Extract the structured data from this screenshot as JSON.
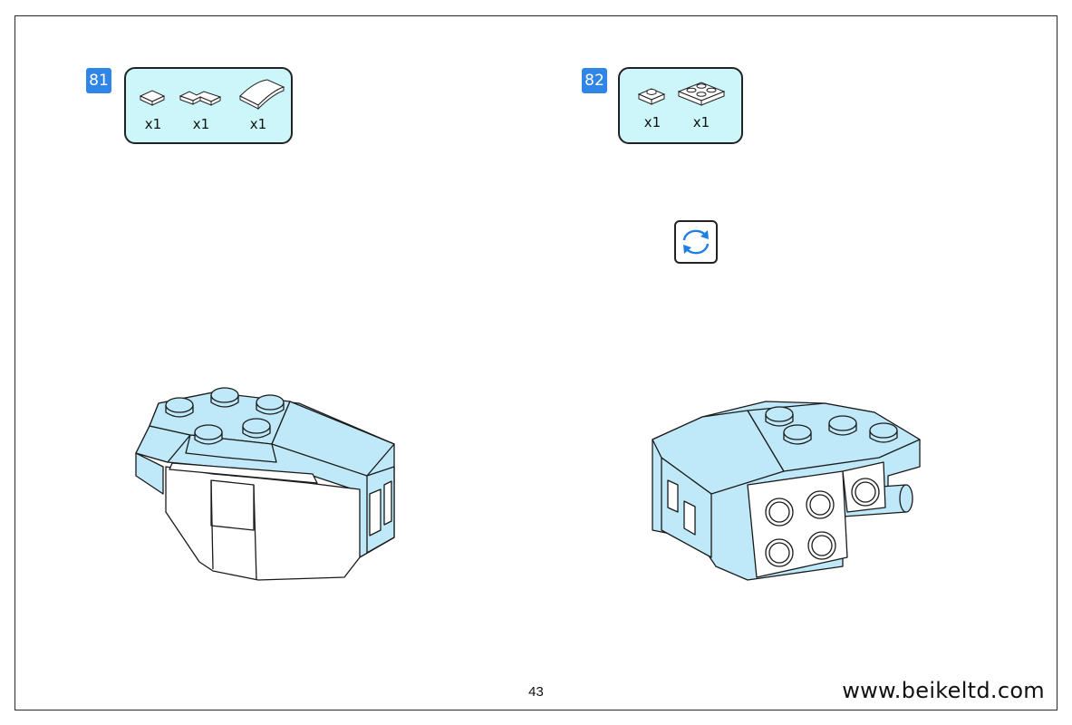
{
  "colors": {
    "step_badge": "#2f86e6",
    "parts_box": "#cdf6fa",
    "brick_blue": "#bfe8f8",
    "brick_white": "#ffffff",
    "outline": "#1a1a1a",
    "rotate_arrow": "#1e7fe0"
  },
  "steps": [
    {
      "number": "81",
      "parts": [
        {
          "icon": "flat-tile-1x1-icon",
          "qty": "x1"
        },
        {
          "icon": "notched-plate-icon",
          "qty": "x1"
        },
        {
          "icon": "curved-slope-icon",
          "qty": "x1"
        }
      ]
    },
    {
      "number": "82",
      "parts": [
        {
          "icon": "plate-1x1-icon",
          "qty": "x1"
        },
        {
          "icon": "plate-2x2-icon",
          "qty": "x1"
        }
      ]
    }
  ],
  "rotate_icon": "rotate-model-icon",
  "page_number": "43",
  "website": "www.beikeltd.com"
}
